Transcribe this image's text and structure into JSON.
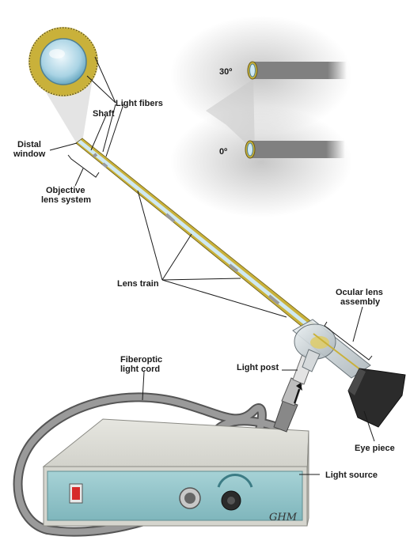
{
  "labels": {
    "light_fibers": "Light fibers",
    "shaft": "Shaft",
    "distal_window_1": "Distal",
    "distal_window_2": "window",
    "objective_1": "Objective",
    "objective_2": "lens system",
    "angle_30": "30º",
    "angle_0": "0º",
    "lens_train": "Lens train",
    "ocular_1": "Ocular lens",
    "ocular_2": "assembly",
    "light_post": "Light post",
    "cord_1": "Fiberoptic",
    "cord_2": "light cord",
    "eye_piece": "Eye piece",
    "light_source": "Light source",
    "signature": "GHM"
  },
  "colors": {
    "fiber_gold": "#c9b13a",
    "lens_blue": "#bfe0ec",
    "panel_teal": "#8fc3c8",
    "box_grey": "#dcdcd6",
    "cord_grey": "#8a8a8a",
    "switch_red": "#d62a2a",
    "eyepiece_black": "#2b2b2b"
  }
}
